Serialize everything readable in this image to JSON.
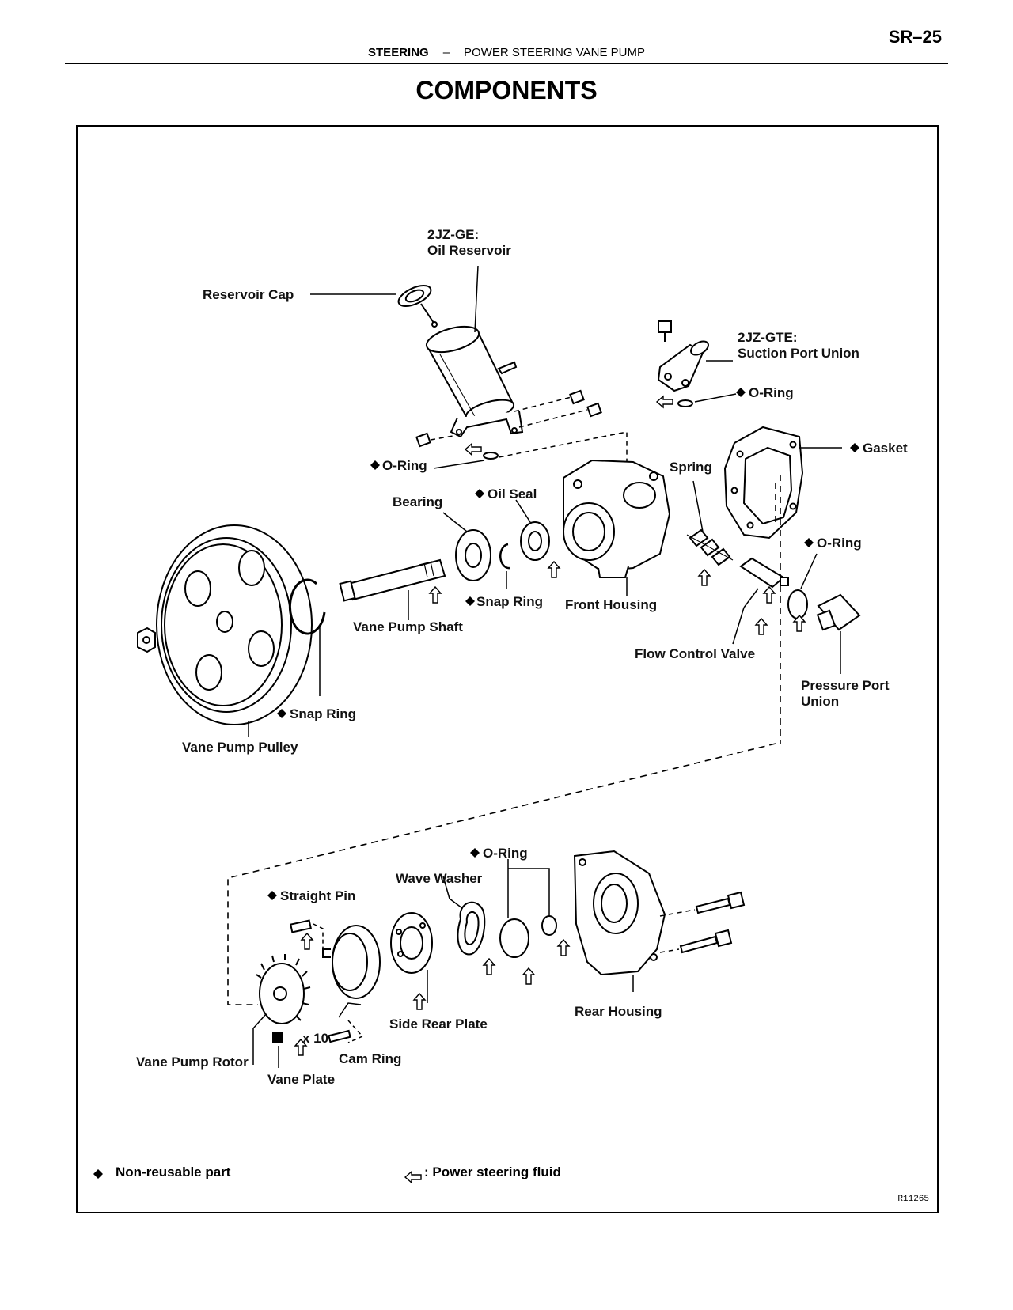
{
  "header": {
    "page_number": "SR–25",
    "section": "STEERING",
    "separator": "–",
    "subsection": "POWER STEERING VANE PUMP"
  },
  "title": "COMPONENTS",
  "labels": {
    "oil_reservoir_model": "2JZ-GE:",
    "oil_reservoir": "Oil Reservoir",
    "reservoir_cap": "Reservoir Cap",
    "suction_model": "2JZ-GTE:",
    "suction_port_union": "Suction Port Union",
    "o_ring_suction": "O-Ring",
    "gasket": "Gasket",
    "o_ring_reservoir": "O-Ring",
    "spring": "Spring",
    "oil_seal": "Oil Seal",
    "bearing": "Bearing",
    "o_ring_pressure": "O-Ring",
    "snap_ring_shaft": "Snap Ring",
    "front_housing": "Front Housing",
    "vane_pump_shaft": "Vane Pump Shaft",
    "flow_control_valve": "Flow Control Valve",
    "pressure_port_union_1": "Pressure Port",
    "pressure_port_union_2": "Union",
    "snap_ring_pulley": "Snap Ring",
    "vane_pump_pulley": "Vane Pump Pulley",
    "o_ring_rear": "O-Ring",
    "wave_washer": "Wave Washer",
    "straight_pin": "Straight Pin",
    "rear_housing": "Rear Housing",
    "side_rear_plate": "Side Rear Plate",
    "x10": "x 10",
    "vane_pump_rotor": "Vane Pump Rotor",
    "cam_ring": "Cam Ring",
    "vane_plate": "Vane Plate"
  },
  "legend": {
    "non_reusable": "Non-reusable part",
    "fluid": ": Power steering fluid"
  },
  "figure_ref": "R11265"
}
